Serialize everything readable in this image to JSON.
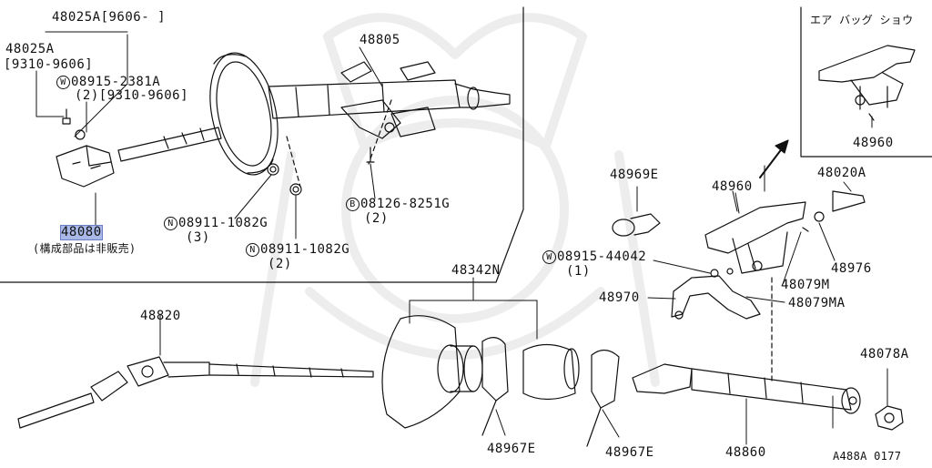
{
  "diagram": {
    "ref_code": "A488A 0177",
    "inset_title": "エア バッグ ショウ",
    "callouts": [
      {
        "id": "48025A_top",
        "text": "48025A[9606-     ]"
      },
      {
        "id": "48025A",
        "text": "48025A"
      },
      {
        "id": "48025A_range",
        "text": "[9310-9606]"
      },
      {
        "id": "08915_2381A",
        "prefix": "W",
        "text": "08915-2381A"
      },
      {
        "id": "08915_2381A_qty",
        "text": "(2)[9310-9606]"
      },
      {
        "id": "48805",
        "text": "48805"
      },
      {
        "id": "48080",
        "text": "48080"
      },
      {
        "id": "48080_note",
        "text": "(構成部品は非販売)"
      },
      {
        "id": "08911_1082G_a",
        "prefix": "N",
        "text": "08911-1082G"
      },
      {
        "id": "08911_1082G_a_qty",
        "text": "(3)"
      },
      {
        "id": "08911_1082G_b",
        "prefix": "N",
        "text": "08911-1082G"
      },
      {
        "id": "08911_1082G_b_qty",
        "text": "(2)"
      },
      {
        "id": "08126_8251G",
        "prefix": "B",
        "text": "08126-8251G"
      },
      {
        "id": "08126_8251G_qty",
        "text": "(2)"
      },
      {
        "id": "48969E",
        "text": "48969E"
      },
      {
        "id": "48960_main",
        "text": "48960"
      },
      {
        "id": "48960_inset",
        "text": "48960"
      },
      {
        "id": "48020A",
        "text": "48020A"
      },
      {
        "id": "08915_44042",
        "prefix": "W",
        "text": "08915-44042"
      },
      {
        "id": "08915_44042_qty",
        "text": "(1)"
      },
      {
        "id": "48976",
        "text": "48976"
      },
      {
        "id": "48079M",
        "text": "48079M"
      },
      {
        "id": "48079MA",
        "text": "48079MA"
      },
      {
        "id": "48970",
        "text": "48970"
      },
      {
        "id": "48342N",
        "text": "48342N"
      },
      {
        "id": "48820",
        "text": "48820"
      },
      {
        "id": "48967E_a",
        "text": "48967E"
      },
      {
        "id": "48967E_b",
        "text": "48967E"
      },
      {
        "id": "48860",
        "text": "48860"
      },
      {
        "id": "48078A",
        "text": "48078A"
      }
    ]
  }
}
